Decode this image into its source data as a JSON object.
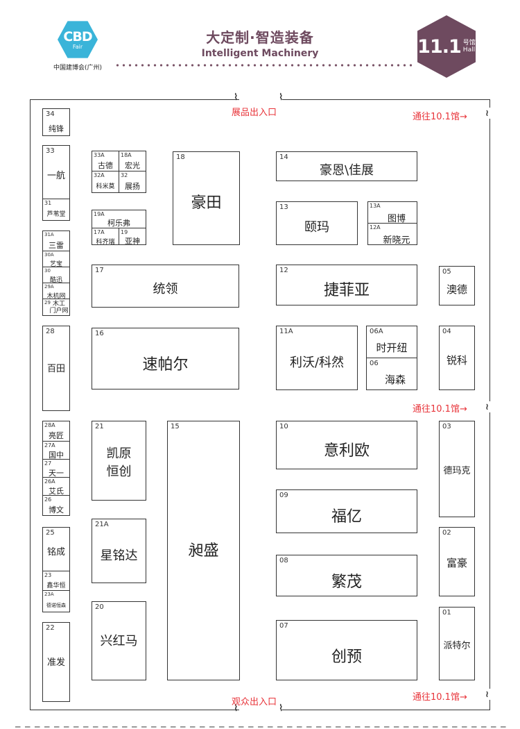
{
  "header": {
    "logo_text": "CBD",
    "logo_sub": "Fair",
    "logo_org": "中国建博会(广州)",
    "title_cn": "大定制·智造装备",
    "title_en": "Intelligent Machinery",
    "hall_number": "11.1",
    "hall_cn": "号馆",
    "hall_en": "Hall",
    "accent_color": "#6e4a5f",
    "logo_color": "#3ab4d9"
  },
  "entrances": {
    "top": "展品出入口",
    "bottom": "观众出入口",
    "right_1": "通往10.1馆→",
    "right_2": "通往10.1馆→",
    "right_3": "通往10.1馆→",
    "color": "#e8343a"
  },
  "booths": {
    "b34": {
      "no": "34",
      "name": "纯锋"
    },
    "b33": {
      "no": "33",
      "name": "一航"
    },
    "b31": {
      "no": "31",
      "name": "芦苇堂"
    },
    "b31a": {
      "no": "31A",
      "name": "三雷"
    },
    "b30a": {
      "no": "30A",
      "name": "艺宝"
    },
    "b30": {
      "no": "30",
      "name": "酷迅"
    },
    "b29a": {
      "no": "29A",
      "name": "木机网"
    },
    "b29": {
      "no": "29",
      "name": "木工门户网"
    },
    "b28": {
      "no": "28",
      "name": "百田"
    },
    "b28a": {
      "no": "28A",
      "name": "亮匠"
    },
    "b27a": {
      "no": "27A",
      "name": "国中"
    },
    "b27": {
      "no": "27",
      "name": "天一"
    },
    "b26a": {
      "no": "26A",
      "name": "艾氏"
    },
    "b26": {
      "no": "26",
      "name": "博文"
    },
    "b25": {
      "no": "25",
      "name": "铭成"
    },
    "b23": {
      "no": "23",
      "name": "鑫华恒"
    },
    "b23a": {
      "no": "23A",
      "name": "德诺恒森"
    },
    "b22": {
      "no": "22",
      "name": "准发"
    },
    "b33a": {
      "no": "33A",
      "name": "古德"
    },
    "b18a": {
      "no": "18A",
      "name": "宏光"
    },
    "b32a": {
      "no": "32A",
      "name": "科米莫"
    },
    "b32": {
      "no": "32",
      "name": "展扬"
    },
    "b19a": {
      "no": "19A",
      "name": "柯乐弗"
    },
    "b17a": {
      "no": "17A",
      "name": "科齐瑞"
    },
    "b19": {
      "no": "19",
      "name": "亚神"
    },
    "b18": {
      "no": "18",
      "name": "豪田"
    },
    "b17": {
      "no": "17",
      "name": "统领"
    },
    "b16": {
      "no": "16",
      "name": "速帕尔"
    },
    "b21": {
      "no": "21",
      "name": "凯原恒创"
    },
    "b21a": {
      "no": "21A",
      "name": "星铭达"
    },
    "b20": {
      "no": "20",
      "name": "兴红马"
    },
    "b15": {
      "no": "15",
      "name": "昶盛"
    },
    "b14": {
      "no": "14",
      "name": "豪恩\\佳展"
    },
    "b13": {
      "no": "13",
      "name": "颐玛"
    },
    "b13a": {
      "no": "13A",
      "name": "图博"
    },
    "b12a": {
      "no": "12A",
      "name": "新晓元"
    },
    "b12": {
      "no": "12",
      "name": "捷菲亚"
    },
    "b11a": {
      "no": "11A",
      "name": "利沃/科然"
    },
    "b06a": {
      "no": "06A",
      "name": "时开纽"
    },
    "b06": {
      "no": "06",
      "name": "海森"
    },
    "b10": {
      "no": "10",
      "name": "意利欧"
    },
    "b09": {
      "no": "09",
      "name": "福亿"
    },
    "b08": {
      "no": "08",
      "name": "繁茂"
    },
    "b07": {
      "no": "07",
      "name": "创预"
    },
    "b05": {
      "no": "05",
      "name": "澳德"
    },
    "b04": {
      "no": "04",
      "name": "锐科"
    },
    "b03": {
      "no": "03",
      "name": "德玛克"
    },
    "b02": {
      "no": "02",
      "name": "富豪"
    },
    "b01": {
      "no": "01",
      "name": "派特尔"
    }
  },
  "split_names": {
    "b21_line1": "凯原",
    "b21_line2": "恒创",
    "b29_line1": "木工",
    "b29_line2": "门户网"
  }
}
